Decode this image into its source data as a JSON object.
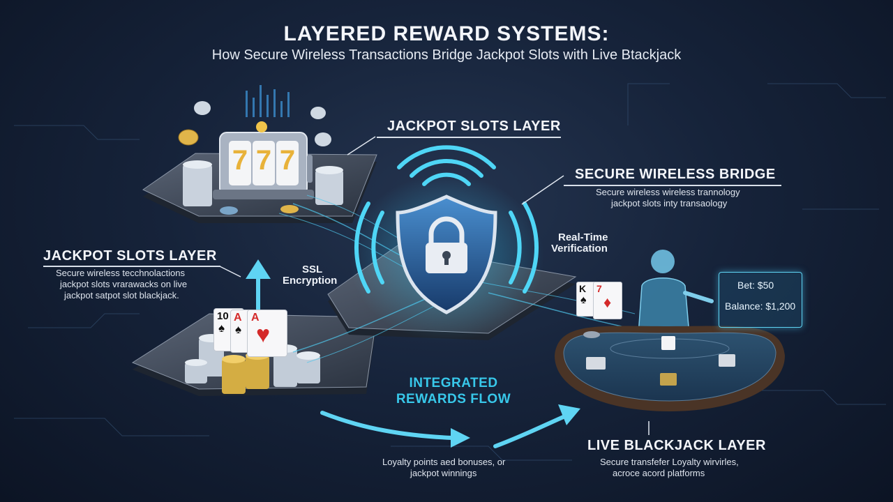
{
  "header": {
    "title": "LAYERED REWARD SYSTEMS:",
    "subtitle": "How Secure Wireless Transactions Bridge Jackpot Slots with Live Btackjack"
  },
  "slots_callout": {
    "title": "JACKPOT SLOTS LAYER"
  },
  "bridge": {
    "title": "SECURE WIRELESS BRIDGE",
    "desc_line1": "Secure wireless wireless trannology",
    "desc_line2": "jackpot slots inty transaology"
  },
  "left_callout": {
    "title": "JACKPOT SLOTS LAYER",
    "desc_line1": "Secure wireless tecchnolactions",
    "desc_line2": "jackpot slots vrarawacks on live",
    "desc_line3": "jackpot satpot slot blackjack."
  },
  "labels": {
    "ssl_line1": "SSL",
    "ssl_line2": "Encryption",
    "rt_line1": "Real-Time",
    "rt_line2": "Verification"
  },
  "flow": {
    "line1": "INTEGRATED",
    "line2": "REWARDS FLOW",
    "caption_line1": "Loyalty points aed bonuses, or",
    "caption_line2": "jackpot winnings"
  },
  "blackjack": {
    "title": "LIVE BLACKJACK LAYER",
    "desc_line1": "Secure transfefer Loyalty wirvirles,",
    "desc_line2": "acroce acord platforms"
  },
  "slot_reels": [
    "7",
    "7",
    "7"
  ],
  "cards": {
    "left": [
      {
        "rank": "10",
        "suit": "♠"
      },
      {
        "rank": "A",
        "suit": "♠"
      },
      {
        "rank": "A",
        "suit": "♥"
      }
    ],
    "right": [
      {
        "rank": "K",
        "suit": "♠"
      },
      {
        "rank": "7",
        "suit": "♦"
      }
    ]
  },
  "hud": {
    "bet": "Bet: $50",
    "balance": "Balance: $1,200"
  },
  "colors": {
    "accent": "#38c8ea",
    "background": "#16233a",
    "gold": "#e8b23a",
    "card_red": "#d42a2a"
  }
}
